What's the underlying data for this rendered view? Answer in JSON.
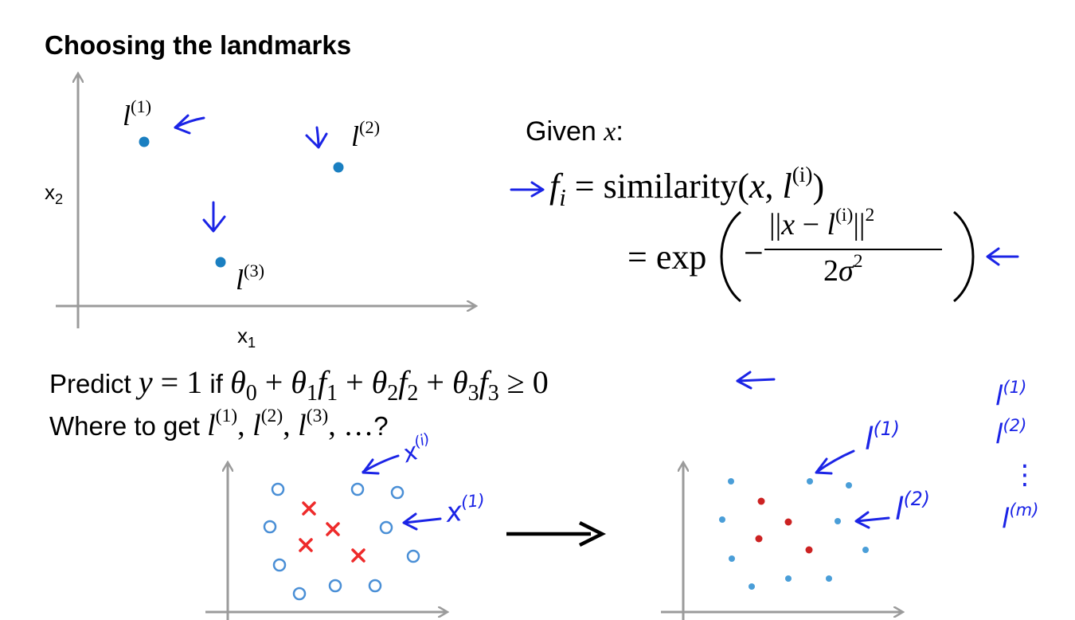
{
  "slide": {
    "title": "Choosing the landmarks"
  },
  "top_plot": {
    "xlabel": "x",
    "xlabel_sub": "1",
    "ylabel": "x",
    "ylabel_sub": "2",
    "landmark_symbol": "l",
    "landmarks": [
      {
        "sup": "(1)"
      },
      {
        "sup": "(2)"
      },
      {
        "sup": "(3)"
      }
    ]
  },
  "formula": {
    "given_text": "Given",
    "given_var": "x",
    "given_colon": ":",
    "f": "f",
    "f_sub": "i",
    "eq1": "= similarity(",
    "x_arg": "x",
    "comma": ", ",
    "l": "l",
    "l_sup": "(i)",
    "close": ")",
    "eq2": "= exp",
    "num_left": "||",
    "num_x": "x",
    "num_minus": " − ",
    "num_l": "l",
    "num_sup": "(i)",
    "num_right": "||",
    "num_sq": "2",
    "den_two": "2",
    "den_sigma": "σ",
    "den_sq": "2",
    "neg": "−"
  },
  "predict": {
    "text": "Predict",
    "y_expr": "y",
    "eq_one": " = 1",
    "if_text": "if",
    "theta": "θ",
    "s0": "0",
    "s1": "1",
    "s2": "2",
    "s3": "3",
    "f": "f",
    "plus": " + ",
    "geq": " ≥ 0"
  },
  "where": {
    "text": "Where to get",
    "l": "l",
    "sup1": "(1)",
    "sup2": "(2)",
    "sup3": "(3)",
    "sep": ", ",
    "ellipsis": "…",
    "qmark": "?"
  },
  "handwriting": {
    "x_label": "x",
    "x_sup": "(i)",
    "x_label_2": "x",
    "x_sup_2": "(1)",
    "l_label_1": "l",
    "l_sup_1": "(1)",
    "l_label_2": "l",
    "l_sup_2": "(2)",
    "list_l1": "l",
    "list_sup1": "(1)",
    "list_l2": "l",
    "list_sup2": "(2)",
    "list_dots": "⋮",
    "list_lm": "l",
    "list_supm": "(m)"
  },
  "colors": {
    "axis": "#9b9b9b",
    "landmark_dot": "#1a7fc1",
    "annotation": "#1b24e6",
    "negative_marker": "#ee2a2a",
    "positive_marker": "#4a8fd6",
    "red_dot": "#cc2222",
    "blue_dot": "#4a9ed8"
  }
}
